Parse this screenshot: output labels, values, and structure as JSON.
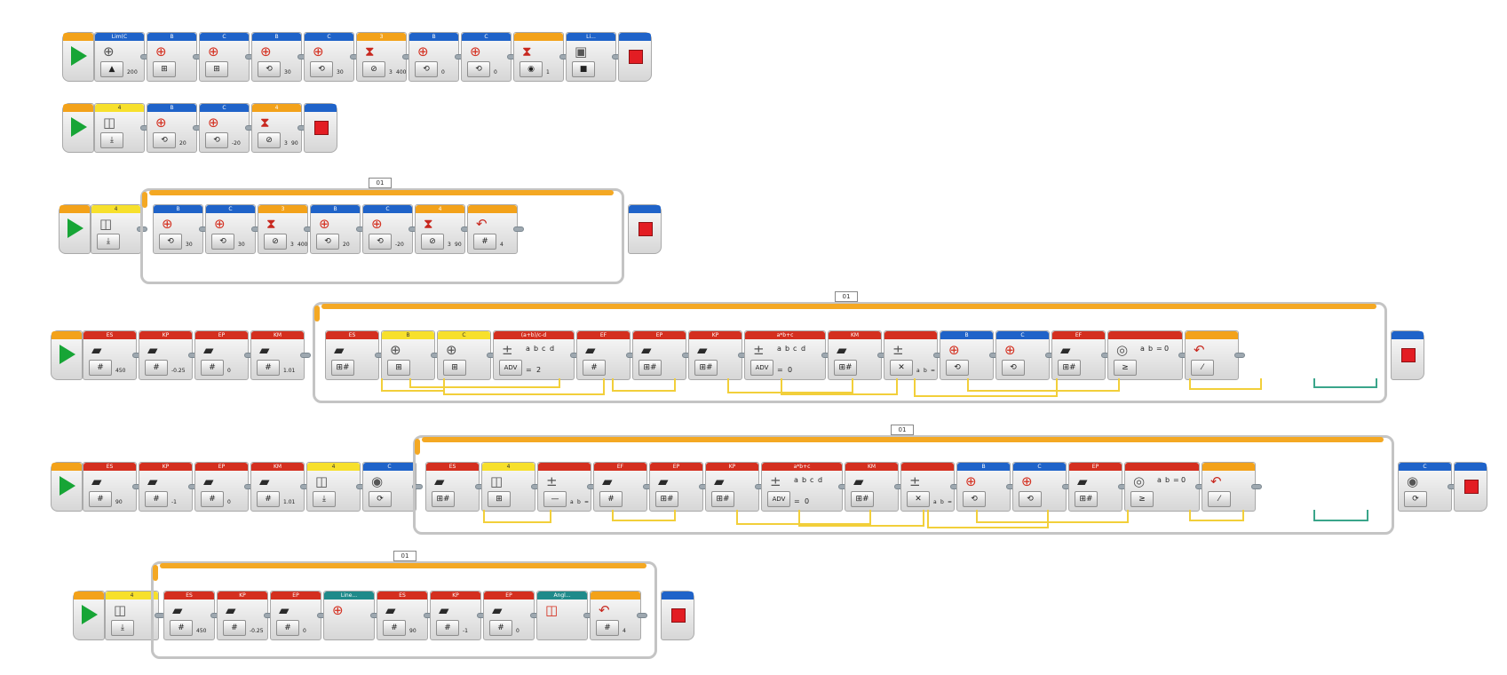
{
  "colors": {
    "motor": "#1f63c9",
    "wait": "#f3a21a",
    "sensor": "#f7e02c",
    "variable": "#d42f1f",
    "math": "#d42f1f",
    "calibrate": "#1f8a8a",
    "wire": "#f2cf3a",
    "wire_green": "#3aa58a"
  },
  "icons": {
    "start": "play-icon",
    "end": "stop-icon",
    "motor": "motor-icon",
    "variable": "suitcase-icon",
    "math": "calculator-icon",
    "timer": "hourglass-icon",
    "sensor": "gyro-sensor-icon",
    "loop_end": "loop-arrow-icon"
  },
  "programs": [
    {
      "blocks": [
        {
          "kind": "sensor",
          "color": "#1f63c9",
          "label": "Lim(C",
          "mode": "▲",
          "icon": "⊕",
          "params": [
            "20",
            "0"
          ]
        },
        {
          "kind": "motor",
          "color": "#1f63c9",
          "label": "B",
          "mode": "⊞",
          "icon": "⊕",
          "params": []
        },
        {
          "kind": "motor",
          "color": "#1f63c9",
          "label": "C",
          "mode": "⊞",
          "icon": "⊕",
          "params": []
        },
        {
          "kind": "motor",
          "color": "#1f63c9",
          "label": "B",
          "mode": "⟲",
          "icon": "⊕",
          "params": [
            "30"
          ]
        },
        {
          "kind": "motor",
          "color": "#1f63c9",
          "label": "C",
          "mode": "⟲",
          "icon": "⊕",
          "params": [
            "30"
          ]
        },
        {
          "kind": "wait",
          "color": "#f3a21a",
          "label": "3",
          "mode": "⊘",
          "icon": "⧗",
          "params": [
            "3",
            "400"
          ]
        },
        {
          "kind": "motor",
          "color": "#1f63c9",
          "label": "B",
          "mode": "⟲",
          "icon": "⊕",
          "params": [
            "0"
          ]
        },
        {
          "kind": "motor",
          "color": "#1f63c9",
          "label": "C",
          "mode": "⟲",
          "icon": "⊕",
          "params": [
            "0"
          ]
        },
        {
          "kind": "wait",
          "color": "#f3a21a",
          "label": "",
          "mode": "◉",
          "icon": "⧗",
          "params": [
            "1"
          ]
        },
        {
          "kind": "sensor",
          "color": "#1f63c9",
          "label": "Li...",
          "mode": "■",
          "icon": "▣",
          "params": []
        }
      ]
    },
    {
      "blocks": [
        {
          "kind": "sensor",
          "color": "#f7e02c",
          "label": "4",
          "mode": "⤓",
          "icon": "◫",
          "params": []
        },
        {
          "kind": "motor",
          "color": "#1f63c9",
          "label": "B",
          "mode": "⟲",
          "icon": "⊕",
          "params": [
            "20"
          ]
        },
        {
          "kind": "motor",
          "color": "#1f63c9",
          "label": "C",
          "mode": "⟲",
          "icon": "⊕",
          "params": [
            "-20"
          ]
        },
        {
          "kind": "wait",
          "color": "#f3a21a",
          "label": "4",
          "mode": "⊘",
          "icon": "⧗",
          "params": [
            "3",
            "90"
          ]
        }
      ]
    },
    {
      "loop_label": "01",
      "pre": [
        {
          "kind": "sensor",
          "color": "#f7e02c",
          "label": "4",
          "mode": "⤓",
          "icon": "◫",
          "params": []
        }
      ],
      "blocks": [
        {
          "kind": "motor",
          "color": "#1f63c9",
          "label": "B",
          "mode": "⟲",
          "icon": "⊕",
          "params": [
            "30"
          ]
        },
        {
          "kind": "motor",
          "color": "#1f63c9",
          "label": "C",
          "mode": "⟲",
          "icon": "⊕",
          "params": [
            "30"
          ]
        },
        {
          "kind": "wait",
          "color": "#f3a21a",
          "label": "3",
          "mode": "⊘",
          "icon": "⧗",
          "params": [
            "3",
            "400"
          ]
        },
        {
          "kind": "motor",
          "color": "#1f63c9",
          "label": "B",
          "mode": "⟲",
          "icon": "⊕",
          "params": [
            "20"
          ]
        },
        {
          "kind": "motor",
          "color": "#1f63c9",
          "label": "C",
          "mode": "⟲",
          "icon": "⊕",
          "params": [
            "-20"
          ]
        },
        {
          "kind": "wait",
          "color": "#f3a21a",
          "label": "4",
          "mode": "⊘",
          "icon": "⧗",
          "params": [
            "3",
            "90"
          ]
        },
        {
          "kind": "loopend",
          "color": "#f3a21a",
          "label": "",
          "mode": "#",
          "icon": "↶",
          "params": [
            "4"
          ]
        }
      ]
    },
    {
      "loop_label": "01",
      "pre": [
        {
          "kind": "variable",
          "color": "#d42f1f",
          "label": "ES",
          "mode": "#",
          "icon": "▰",
          "params": [
            "450"
          ]
        },
        {
          "kind": "variable",
          "color": "#d42f1f",
          "label": "KP",
          "mode": "#",
          "icon": "▰",
          "params": [
            "-0.25"
          ]
        },
        {
          "kind": "variable",
          "color": "#d42f1f",
          "label": "EP",
          "mode": "#",
          "icon": "▰",
          "params": [
            "0"
          ]
        },
        {
          "kind": "variable",
          "color": "#d42f1f",
          "label": "KM",
          "mode": "#",
          "icon": "▰",
          "params": [
            "1.01"
          ]
        }
      ],
      "blocks": [
        {
          "kind": "variable",
          "color": "#d42f1f",
          "label": "ES",
          "mode": "⊞#",
          "icon": "▰",
          "params": []
        },
        {
          "kind": "sensor",
          "color": "#f7e02c",
          "label": "B",
          "mode": "⊞",
          "icon": "⊕",
          "params": []
        },
        {
          "kind": "sensor",
          "color": "#f7e02c",
          "label": "C",
          "mode": "⊞",
          "icon": "⊕",
          "params": []
        },
        {
          "kind": "math",
          "color": "#d42f1f",
          "label": "(a+b)/c-d",
          "mode": "ADV",
          "icon": "±",
          "params": [
            "a",
            "b",
            "c",
            "d",
            "=",
            "2"
          ]
        },
        {
          "kind": "variable",
          "color": "#d42f1f",
          "label": "EF",
          "mode": "#",
          "icon": "▰",
          "params": []
        },
        {
          "kind": "variable",
          "color": "#d42f1f",
          "label": "EP",
          "mode": "⊞#",
          "icon": "▰",
          "params": []
        },
        {
          "kind": "variable",
          "color": "#d42f1f",
          "label": "KP",
          "mode": "⊞#",
          "icon": "▰",
          "params": []
        },
        {
          "kind": "math",
          "color": "#d42f1f",
          "label": "a*b+c",
          "mode": "ADV",
          "icon": "±",
          "params": [
            "a",
            "b",
            "c",
            "d",
            "=",
            "0"
          ]
        },
        {
          "kind": "variable",
          "color": "#d42f1f",
          "label": "KM",
          "mode": "⊞#",
          "icon": "▰",
          "params": []
        },
        {
          "kind": "math",
          "color": "#d42f1f",
          "label": "",
          "mode": "✕",
          "icon": "±",
          "params": [
            "a",
            "b",
            "="
          ]
        },
        {
          "kind": "motor",
          "color": "#1f63c9",
          "label": "B",
          "mode": "⟲",
          "icon": "⊕",
          "params": []
        },
        {
          "kind": "motor",
          "color": "#1f63c9",
          "label": "C",
          "mode": "⟲",
          "icon": "⊕",
          "params": []
        },
        {
          "kind": "variable",
          "color": "#d42f1f",
          "label": "EF",
          "mode": "⊞#",
          "icon": "▰",
          "params": []
        },
        {
          "kind": "compare",
          "color": "#d42f1f",
          "label": "",
          "mode": "≥",
          "icon": "◎",
          "params": [
            "a",
            "b",
            "=",
            "0"
          ]
        },
        {
          "kind": "loopend",
          "color": "#f3a21a",
          "label": "",
          "mode": "⁄",
          "icon": "↶",
          "params": []
        }
      ]
    },
    {
      "loop_label": "01",
      "pre": [
        {
          "kind": "variable",
          "color": "#d42f1f",
          "label": "ES",
          "mode": "#",
          "icon": "▰",
          "params": [
            "90"
          ]
        },
        {
          "kind": "variable",
          "color": "#d42f1f",
          "label": "KP",
          "mode": "#",
          "icon": "▰",
          "params": [
            "-1"
          ]
        },
        {
          "kind": "variable",
          "color": "#d42f1f",
          "label": "EP",
          "mode": "#",
          "icon": "▰",
          "params": [
            "0"
          ]
        },
        {
          "kind": "variable",
          "color": "#d42f1f",
          "label": "KM",
          "mode": "#",
          "icon": "▰",
          "params": [
            "1.01"
          ]
        },
        {
          "kind": "sensor",
          "color": "#f7e02c",
          "label": "4",
          "mode": "⤓",
          "icon": "◫",
          "params": []
        },
        {
          "kind": "sensor",
          "color": "#1f63c9",
          "label": "C",
          "mode": "⟳",
          "icon": "◉",
          "params": []
        }
      ],
      "blocks": [
        {
          "kind": "variable",
          "color": "#d42f1f",
          "label": "ES",
          "mode": "⊞#",
          "icon": "▰",
          "params": []
        },
        {
          "kind": "sensor",
          "color": "#f7e02c",
          "label": "4",
          "mode": "⊞",
          "icon": "◫",
          "params": []
        },
        {
          "kind": "math",
          "color": "#d42f1f",
          "label": "",
          "mode": "—",
          "icon": "±",
          "params": [
            "a",
            "b",
            "="
          ]
        },
        {
          "kind": "variable",
          "color": "#d42f1f",
          "label": "EF",
          "mode": "#",
          "icon": "▰",
          "params": []
        },
        {
          "kind": "variable",
          "color": "#d42f1f",
          "label": "EP",
          "mode": "⊞#",
          "icon": "▰",
          "params": []
        },
        {
          "kind": "variable",
          "color": "#d42f1f",
          "label": "KP",
          "mode": "⊞#",
          "icon": "▰",
          "params": []
        },
        {
          "kind": "math",
          "color": "#d42f1f",
          "label": "a*b+c",
          "mode": "ADV",
          "icon": "±",
          "params": [
            "a",
            "b",
            "c",
            "d",
            "=",
            "0"
          ]
        },
        {
          "kind": "variable",
          "color": "#d42f1f",
          "label": "KM",
          "mode": "⊞#",
          "icon": "▰",
          "params": []
        },
        {
          "kind": "math",
          "color": "#d42f1f",
          "label": "",
          "mode": "✕",
          "icon": "±",
          "params": [
            "a",
            "b",
            "="
          ]
        },
        {
          "kind": "motor",
          "color": "#1f63c9",
          "label": "B",
          "mode": "⟲",
          "icon": "⊕",
          "params": []
        },
        {
          "kind": "motor",
          "color": "#1f63c9",
          "label": "C",
          "mode": "⟲",
          "icon": "⊕",
          "params": []
        },
        {
          "kind": "variable",
          "color": "#d42f1f",
          "label": "EP",
          "mode": "⊞#",
          "icon": "▰",
          "params": []
        },
        {
          "kind": "compare",
          "color": "#d42f1f",
          "label": "",
          "mode": "≥",
          "icon": "◎",
          "params": [
            "a",
            "b",
            "=",
            "0"
          ]
        },
        {
          "kind": "loopend",
          "color": "#f3a21a",
          "label": "",
          "mode": "⁄",
          "icon": "↶",
          "params": []
        }
      ],
      "post": [
        {
          "kind": "sensor",
          "color": "#1f63c9",
          "label": "C",
          "mode": "⟳",
          "icon": "◉",
          "params": []
        }
      ]
    },
    {
      "loop_label": "01",
      "pre": [
        {
          "kind": "sensor",
          "color": "#f7e02c",
          "label": "4",
          "mode": "⤓",
          "icon": "◫",
          "params": []
        }
      ],
      "blocks": [
        {
          "kind": "variable",
          "color": "#d42f1f",
          "label": "ES",
          "mode": "#",
          "icon": "▰",
          "params": [
            "450"
          ]
        },
        {
          "kind": "variable",
          "color": "#d42f1f",
          "label": "KP",
          "mode": "#",
          "icon": "▰",
          "params": [
            "-0.25"
          ]
        },
        {
          "kind": "variable",
          "color": "#d42f1f",
          "label": "EP",
          "mode": "#",
          "icon": "▰",
          "params": [
            "0"
          ]
        },
        {
          "kind": "mybl",
          "color": "#1f8a8a",
          "label": "Line...",
          "mode": "",
          "icon": "⊕",
          "params": []
        },
        {
          "kind": "variable",
          "color": "#d42f1f",
          "label": "ES",
          "mode": "#",
          "icon": "▰",
          "params": [
            "90"
          ]
        },
        {
          "kind": "variable",
          "color": "#d42f1f",
          "label": "KP",
          "mode": "#",
          "icon": "▰",
          "params": [
            "-1"
          ]
        },
        {
          "kind": "variable",
          "color": "#d42f1f",
          "label": "EP",
          "mode": "#",
          "icon": "▰",
          "params": [
            "0"
          ]
        },
        {
          "kind": "mybl",
          "color": "#1f8a8a",
          "label": "Angl...",
          "mode": "",
          "icon": "◫",
          "params": []
        },
        {
          "kind": "loopend",
          "color": "#f3a21a",
          "label": "",
          "mode": "#",
          "icon": "↶",
          "params": [
            "4"
          ]
        }
      ]
    }
  ]
}
